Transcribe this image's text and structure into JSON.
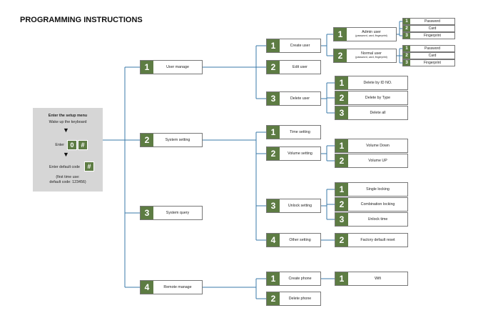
{
  "title": "PROGRAMMING INSTRUCTIONS",
  "setup": {
    "heading": "Enter the setup menu",
    "wake": "Wake up the keyboard",
    "enter_label": "Enter",
    "enter_key0": "0",
    "enter_key1": "#",
    "default_label": "Enter default code",
    "default_key": "#",
    "note1": "(first time use:",
    "note2": "default code: 123456)"
  },
  "level1": [
    {
      "num": "1",
      "label": "User manage"
    },
    {
      "num": "2",
      "label": "System setting"
    },
    {
      "num": "3",
      "label": "System query"
    },
    {
      "num": "4",
      "label": "Remote manage"
    }
  ],
  "user": [
    {
      "num": "1",
      "label": "Create user"
    },
    {
      "num": "2",
      "label": "Edit user"
    },
    {
      "num": "3",
      "label": "Delete user"
    }
  ],
  "create": [
    {
      "num": "1",
      "label": "Admin user",
      "sub": "(password, card, fingerprint)"
    },
    {
      "num": "2",
      "label": "Normal user",
      "sub": "(password, card, fingerprint)"
    }
  ],
  "admin_opts": [
    {
      "num": "1",
      "label": "Password"
    },
    {
      "num": "2",
      "label": "Card"
    },
    {
      "num": "3",
      "label": "Fingerprint"
    }
  ],
  "normal_opts": [
    {
      "num": "1",
      "label": "Password"
    },
    {
      "num": "2",
      "label": "Card"
    },
    {
      "num": "3",
      "label": "Fingerprint"
    }
  ],
  "delete": [
    {
      "num": "1",
      "label": "Delete by ID NO."
    },
    {
      "num": "2",
      "label": "Delete by Type"
    },
    {
      "num": "3",
      "label": "Delete all"
    }
  ],
  "system": [
    {
      "num": "1",
      "label": "Time setting"
    },
    {
      "num": "2",
      "label": "Volume setting"
    },
    {
      "num": "3",
      "label": "Unlock setting"
    },
    {
      "num": "4",
      "label": "Other setting"
    }
  ],
  "volume": [
    {
      "num": "1",
      "label": "Volume Down"
    },
    {
      "num": "2",
      "label": "Volume UP"
    }
  ],
  "unlock": [
    {
      "num": "1",
      "label": "Single locking"
    },
    {
      "num": "2",
      "label": "Combination locking"
    },
    {
      "num": "3",
      "label": "Unlock time"
    }
  ],
  "other": [
    {
      "num": "2",
      "label": "Factory default reset"
    }
  ],
  "remote": [
    {
      "num": "1",
      "label": "Create phone"
    },
    {
      "num": "2",
      "label": "Delete phone"
    }
  ],
  "create_phone": [
    {
      "num": "1",
      "label": "Wifi"
    }
  ],
  "colors": {
    "accent": "#5d7c43",
    "line": "#3a78a8",
    "setup_bg": "#d6d6d6"
  }
}
